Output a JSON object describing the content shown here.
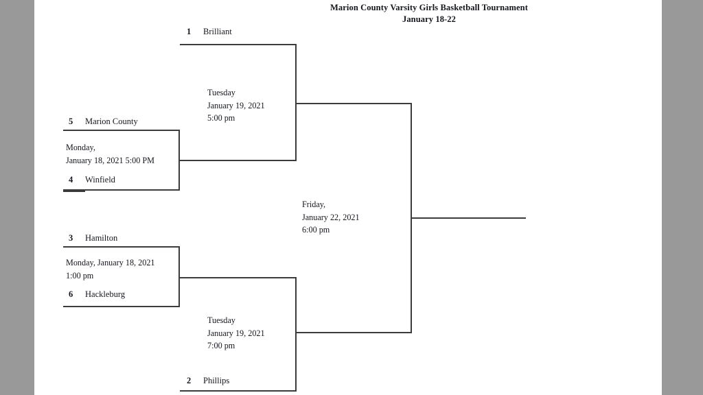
{
  "header": {
    "title_line1": "Marion County Varsity Girls Basketball Tournament",
    "title_line2": "January 18-22"
  },
  "bracket": {
    "round1": [
      {
        "game_id": "game-1",
        "teams": [
          {
            "seed": "5",
            "name": "Marion County"
          },
          {
            "seed": "4",
            "name": "Winfield"
          }
        ],
        "info_lines": [
          "Monday,",
          "January 18, 2021 5:00 PM"
        ]
      },
      {
        "game_id": "game-2",
        "teams": [
          {
            "seed": "3",
            "name": "Hamilton"
          },
          {
            "seed": "6",
            "name": "Hackleburg"
          }
        ],
        "info_lines": [
          "Monday, January 18, 2021",
          "1:00 pm"
        ]
      }
    ],
    "semifinals": [
      {
        "game_id": "semifinal-upper",
        "bye_team": {
          "seed": "1",
          "name": "Brilliant"
        },
        "info_lines": [
          "Tuesday",
          "January 19, 2021",
          "5:00 pm"
        ]
      },
      {
        "game_id": "semifinal-lower",
        "bye_team": {
          "seed": "2",
          "name": "Phillips"
        },
        "info_lines": [
          "Tuesday",
          "January 19, 2021",
          "7:00 pm"
        ]
      }
    ],
    "final": {
      "game_id": "championship",
      "info_lines": [
        "Friday,",
        "January 22, 2021",
        "6:00 pm"
      ]
    }
  },
  "colors": {
    "page": "#ffffff",
    "margin": "#999999",
    "line": "#3b3b3b",
    "text": "#14161c"
  }
}
